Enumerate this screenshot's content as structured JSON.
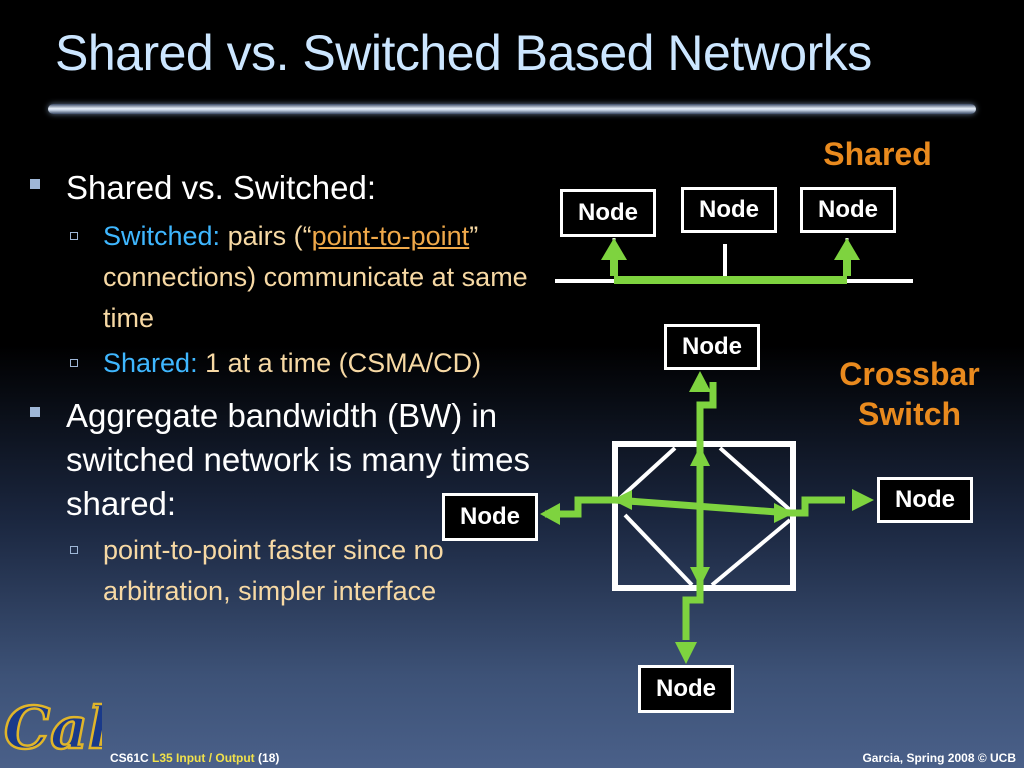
{
  "slide": {
    "title": "Shared vs. Switched Based Networks",
    "bullets": {
      "b1": "Shared vs. Switched:",
      "b1_sub1": {
        "label": "Switched:",
        "t1": " pairs (“",
        "link": "point-to-point",
        "t2": "” connections) communicate at same time"
      },
      "b1_sub2": {
        "label": "Shared:",
        "t1": " 1 at a time (CSMA/CD)"
      },
      "b2": "Aggregate bandwidth (BW) in switched network is many times shared:",
      "b2_sub1": "point-to-point faster since no arbitration, simpler interface"
    }
  },
  "diagram": {
    "shared_label": "Shared",
    "crossbar_label_1": "Crossbar",
    "crossbar_label_2": "Switch",
    "node_label": "Node",
    "colors": {
      "link": "#7ed33f",
      "label": "#e98a1e",
      "switched": "#3fb7ff"
    }
  },
  "footer": {
    "course": "CS61C",
    "lecture": "L35 Input / Output",
    "page": "(18)",
    "credit": "Garcia, Spring 2008 © UCB"
  },
  "logo": {
    "text": "Cal",
    "icon": "cal-logo-icon"
  }
}
